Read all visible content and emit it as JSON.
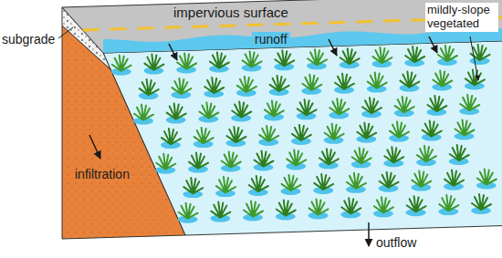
{
  "diagram": {
    "labels": [
      "subgrade",
      "impervious surface",
      "runoff",
      "mildly-slope vegetated",
      "infiltration",
      "outflow"
    ]
  }
}
